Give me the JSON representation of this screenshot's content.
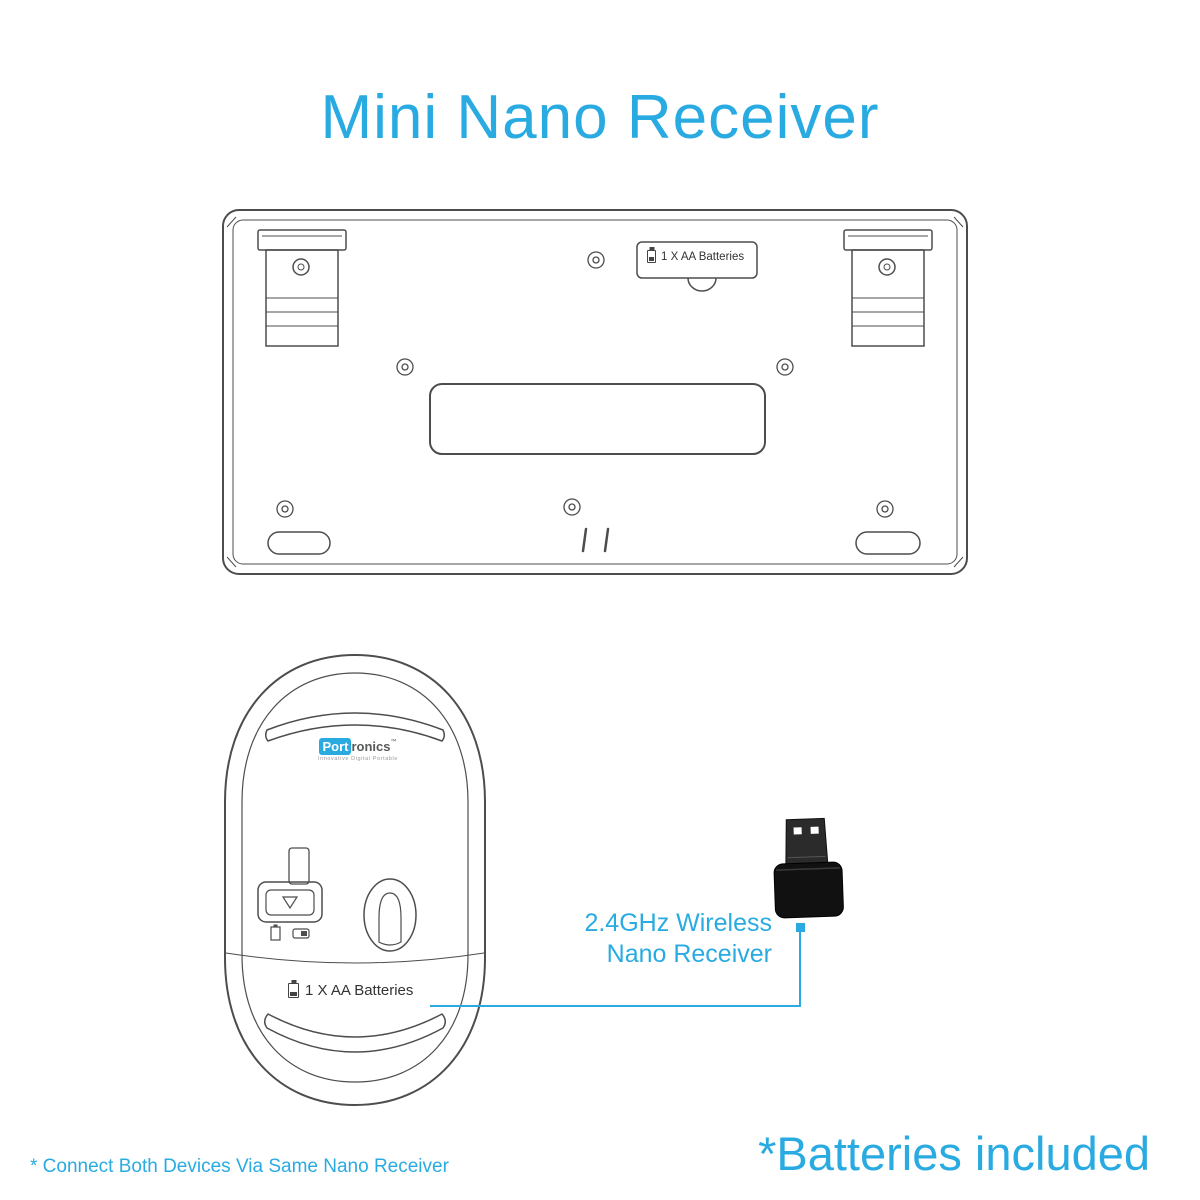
{
  "title": "Mini Nano Receiver",
  "keyboard": {
    "battery_label": "1 X AA Batteries"
  },
  "mouse": {
    "logo": {
      "port": "Port",
      "ronics": "ronics",
      "mark": "™",
      "tagline": "Innovative  Digital  Portable"
    },
    "battery_label": "1 X AA Batteries"
  },
  "receiver": {
    "line1": "2.4GHz Wireless",
    "line2": "Nano Receiver"
  },
  "footnotes": {
    "left": "* Connect Both Devices Via Same Nano Receiver",
    "right": "*Batteries included"
  },
  "colors": {
    "accent": "#29ABE2",
    "line_art": "#4D4D4D",
    "dongle_body": "#111111"
  }
}
